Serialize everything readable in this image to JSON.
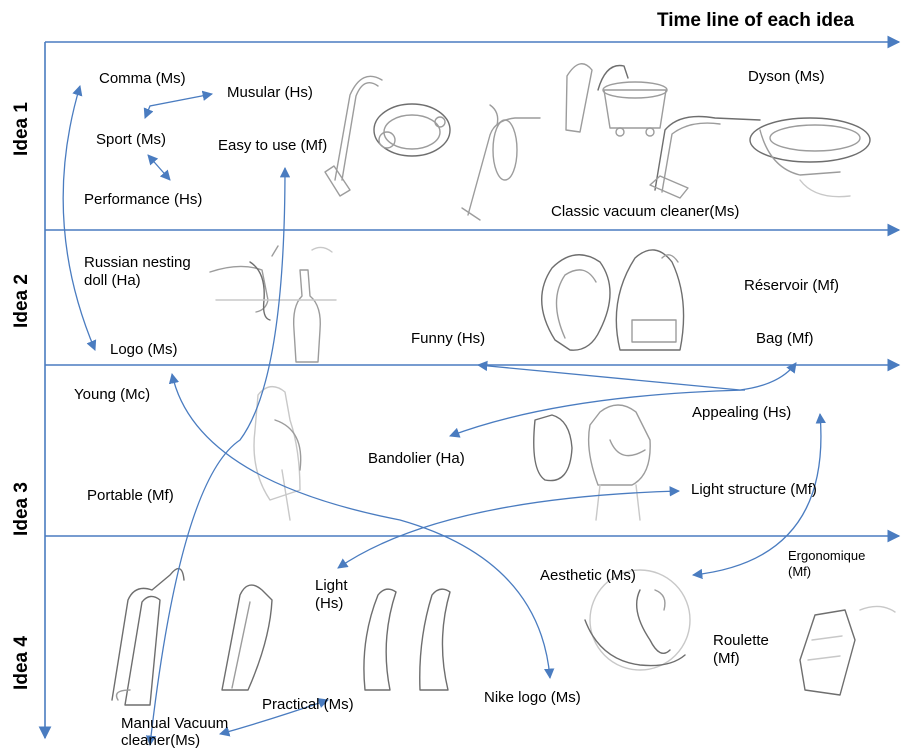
{
  "header": {
    "title": "Time line of each idea"
  },
  "rows": [
    {
      "label": "Idea 1"
    },
    {
      "label": "Idea 2"
    },
    {
      "label": "Idea 3"
    },
    {
      "label": "Idea 4"
    }
  ],
  "labels": {
    "comma": "Comma (Ms)",
    "musular": "Musular (Hs)",
    "sport": "Sport (Ms)",
    "easy_to_use": "Easy to use (Mf)",
    "performance": "Performance (Hs)",
    "dyson": "Dyson (Ms)",
    "classic": "Classic vacuum cleaner(Ms)",
    "russian_doll": "Russian nesting doll (Ha)",
    "logo": "Logo (Ms)",
    "funny": "Funny (Hs)",
    "reservoir": "Réservoir (Mf)",
    "bag": "Bag (Mf)",
    "young": "Young (Mc)",
    "appealing": "Appealing (Hs)",
    "bandolier": "Bandolier (Ha)",
    "portable": "Portable (Mf)",
    "light_structure": "Light structure (Mf)",
    "ergonomique": "Ergonomique (Mf)",
    "aesthetic": "Aesthetic (Ms)",
    "light": "Light (Hs)",
    "roulette": "Roulette (Mf)",
    "nike_logo": "Nike logo (Ms)",
    "practical": "Practical (Ms)",
    "manual_vacuum": "Manual Vacuum cleaner(Ms)"
  },
  "colors": {
    "arrow": "#4a7cc0",
    "sketch": "#9c9c9c",
    "text": "#000000"
  }
}
